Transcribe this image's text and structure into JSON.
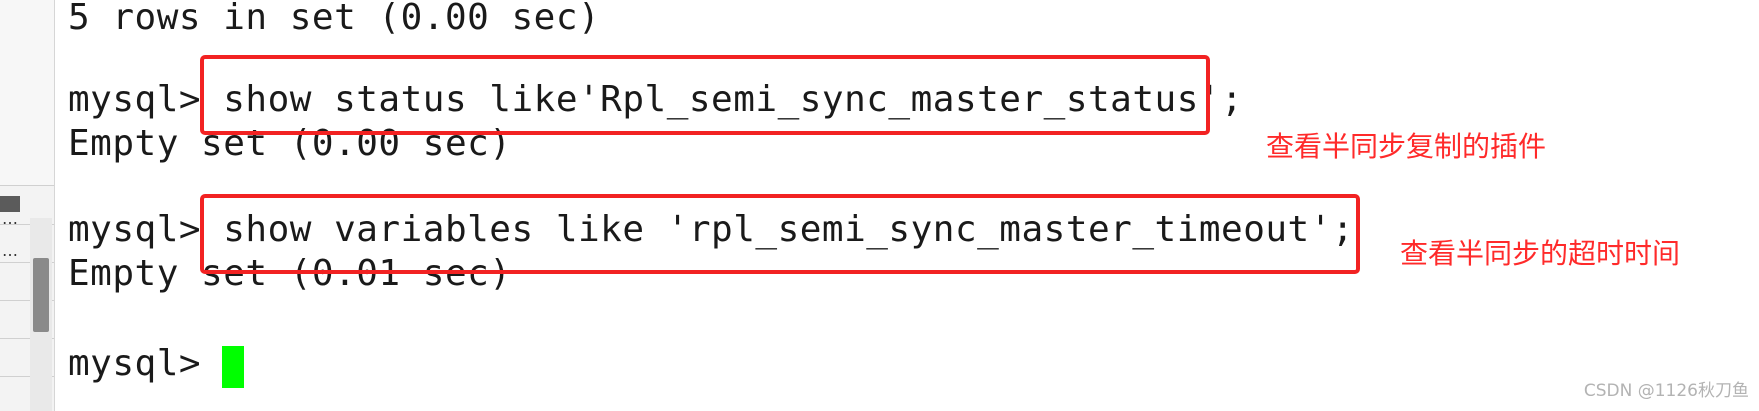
{
  "terminal": {
    "lines": [
      "5 rows in set (0.00 sec)",
      "mysql> show status like'Rpl_semi_sync_master_status';",
      "Empty set (0.00 sec)",
      "mysql> show variables like 'rpl_semi_sync_master_timeout';",
      "Empty set (0.01 sec)",
      "mysql> "
    ]
  },
  "annotations": {
    "note1": "查看半同步复制的插件",
    "note2": "查看半同步的超时时间"
  },
  "side_panel": {
    "dots": [
      "…",
      "…"
    ]
  },
  "watermark": "CSDN @1126秋刀鱼",
  "colors": {
    "annotation_red": "#f22222",
    "cursor_green": "#00ff00",
    "text": "#1a1a1a"
  }
}
